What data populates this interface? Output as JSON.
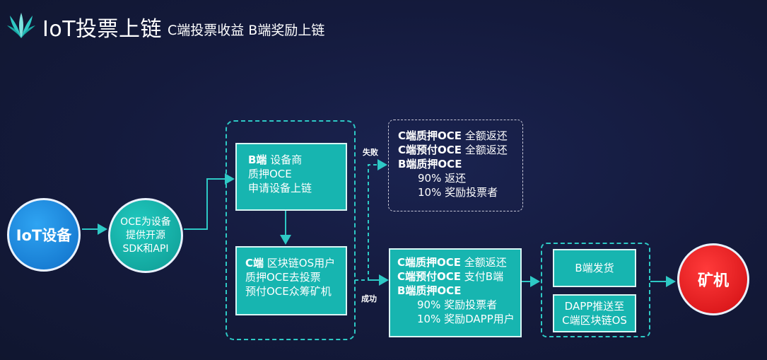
{
  "header": {
    "title": "IoT投票上链",
    "subtitle": "C端投票收益 B端奖励上链"
  },
  "nodes": {
    "iot": "IoT设备",
    "oce": [
      "OCE为设备",
      "提供开源",
      "SDK和API"
    ],
    "mine": "矿机"
  },
  "b_box": {
    "title": "B端",
    "title_rest": "设备商",
    "lines": [
      "质押OCE",
      "申请设备上链"
    ]
  },
  "c_box": {
    "title": "C端",
    "title_rest": "区块链OS用户",
    "lines": [
      "质押OCE去投票",
      "预付OCE众筹矿机"
    ]
  },
  "labels": {
    "fail": "失败",
    "success": "成功"
  },
  "fail_box": {
    "l1_bold": "C端质押OCE",
    "l1_rest": "全额返还",
    "l2_bold": "C端预付OCE",
    "l2_rest": "全额返还",
    "l3_bold": "B端质押OCE",
    "l4": "90% 返还",
    "l5": "10% 奖励投票者"
  },
  "success_box": {
    "l1_bold": "C端质押OCE",
    "l1_rest": "全额返还",
    "l2_bold": "C端预付OCE",
    "l2_rest": "支付B端",
    "l3_bold": "B端质押OCE",
    "l4": "90% 奖励投票者",
    "l5": "10% 奖励DAPP用户"
  },
  "right_boxes": {
    "ship": "B端发货",
    "dapp": [
      "DAPP推送至",
      "C端区块链OS"
    ]
  },
  "colors": {
    "background": "#131a3a",
    "teal": "#17b5b0",
    "dashed_border": "#2ec9c5",
    "blue_node": "#1f8fe0",
    "red_node": "#e0141a"
  }
}
